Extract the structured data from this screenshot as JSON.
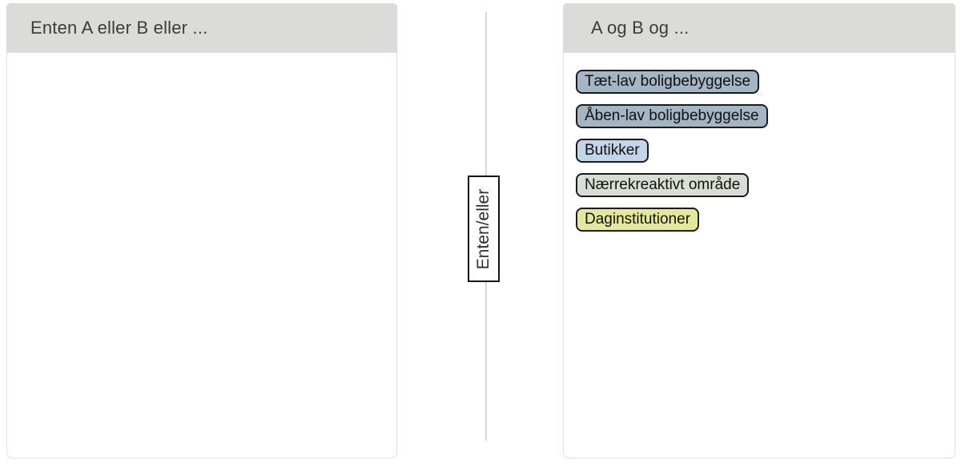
{
  "left_panel": {
    "title": "Enten A eller B eller ..."
  },
  "divider": {
    "label": "Enten/eller"
  },
  "right_panel": {
    "title": "A og B og ...",
    "chips": [
      {
        "label": "Tæt-lav boligbebyggelse",
        "bg": "#a4b5c3"
      },
      {
        "label": "Åben-lav boligbebyggelse",
        "bg": "#a4b5c3"
      },
      {
        "label": "Butikker",
        "bg": "#c3d5e8"
      },
      {
        "label": "Nærrekreaktivt område",
        "bg": "#d9ded4"
      },
      {
        "label": "Daginstitutioner",
        "bg": "#e4e997"
      }
    ]
  },
  "colors": {
    "header_bg": "#dbdbd9",
    "panel_border": "#e3e3e3",
    "divider_line": "#d6d6d6",
    "chip_border": "#1b1b1b",
    "title_text": "#3c3c3c"
  }
}
